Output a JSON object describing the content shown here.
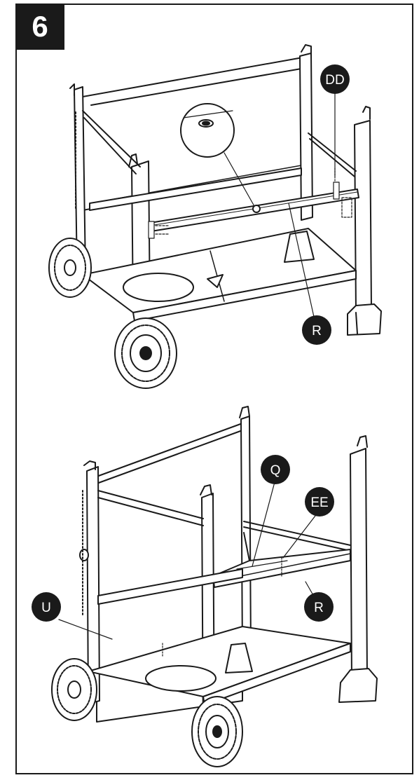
{
  "step": {
    "number": "6"
  },
  "callouts": {
    "top": {
      "dd": "DD",
      "r": "R"
    },
    "bottom": {
      "q": "Q",
      "ee": "EE",
      "r": "R",
      "u": "U"
    }
  },
  "colors": {
    "ink": "#1a1a1a",
    "paper": "#ffffff",
    "shade": "#e6e6e6"
  }
}
